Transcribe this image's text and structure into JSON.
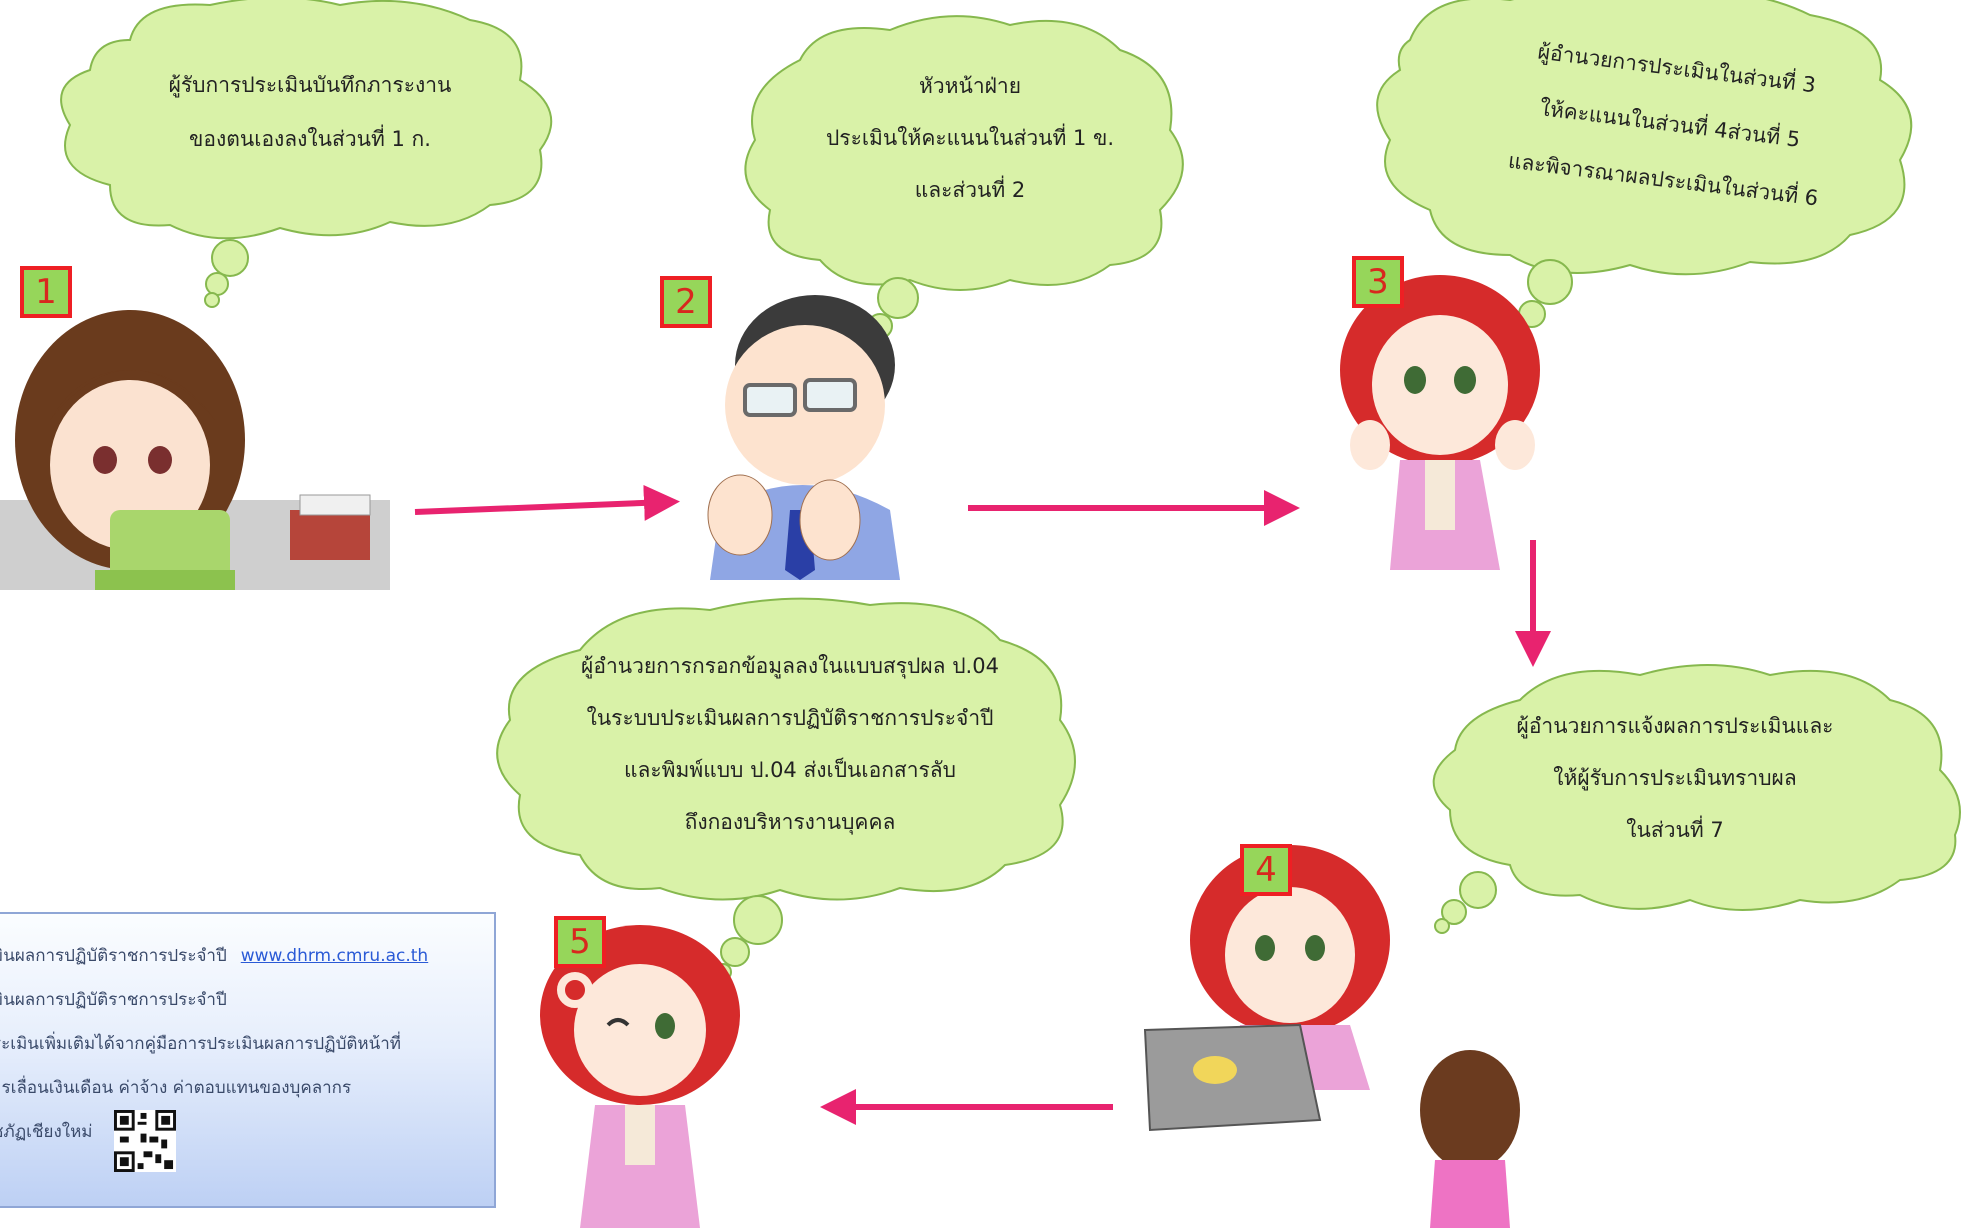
{
  "steps": [
    {
      "number": "1",
      "bubble": [
        "ผู้รับการประเมินบันทึกภาระงาน",
        "ของตนเองลงในส่วนที่ 1 ก."
      ]
    },
    {
      "number": "2",
      "bubble": [
        "หัวหน้าฝ่าย",
        "ประเมินให้คะแนนในส่วนที่ 1 ข.",
        "และส่วนที่ 2"
      ]
    },
    {
      "number": "3",
      "bubble": [
        "ผู้อำนวยการประเมินในส่วนที่ 3",
        "ให้คะแนนในส่วนที่ 4ส่วนที่ 5",
        "และพิจารณาผลประเมินในส่วนที่ 6"
      ]
    },
    {
      "number": "4",
      "bubble": [
        "ผู้อำนวยการแจ้งผลการประเมินและ",
        "ให้ผู้รับการประเมินทราบผล",
        "ในส่วนที่ 7"
      ]
    },
    {
      "number": "5",
      "bubble": [
        "ผู้อำนวยการกรอกข้อมูลลงในแบบสรุปผล ป.04",
        "ในระบบประเมินผลการปฏิบัติราชการประจำปี",
        "และพิมพ์แบบ ป.04 ส่งเป็นเอกสารลับ",
        "ถึงกองบริหารงานบุคคล"
      ]
    }
  ],
  "info_box": {
    "line1": "มินผลการปฏิบัติราชการประจำปี",
    "link": "www.dhrm.cmru.ac.th",
    "line2": "มินผลการปฏิบัติราชการประจำปี",
    "line3": "ระเมินเพิ่มเติมได้จากคู่มือการประเมินผลการปฏิบัติหน้าที่",
    "line4": "ารเลื่อนเงินเดือน ค่าจ้าง ค่าตอบแทนของบุคลากร",
    "line5": "ชภัฏเชียงใหม่"
  },
  "colors": {
    "bubble_fill": "#d9f2a8",
    "bubble_stroke": "#86b84e",
    "arrow": "#e8236f",
    "badge_fill": "#96d65a",
    "badge_border": "#ee1f24"
  }
}
